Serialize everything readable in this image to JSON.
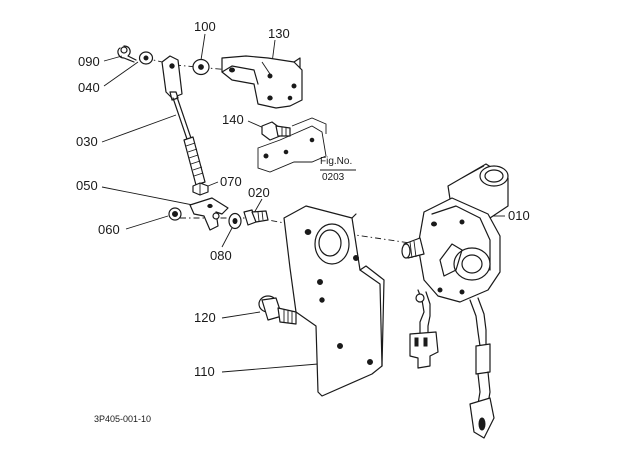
{
  "callouts": {
    "p090": "090",
    "p040": "040",
    "p100": "100",
    "p130": "130",
    "p140": "140",
    "p030": "030",
    "p050": "050",
    "p070": "070",
    "p020": "020",
    "p060": "060",
    "p080": "080",
    "p010": "010",
    "p120": "120",
    "p110": "110"
  },
  "reference": {
    "label": "Fig.No.",
    "number": "0203"
  },
  "drawing_code": "3P405-001-10"
}
